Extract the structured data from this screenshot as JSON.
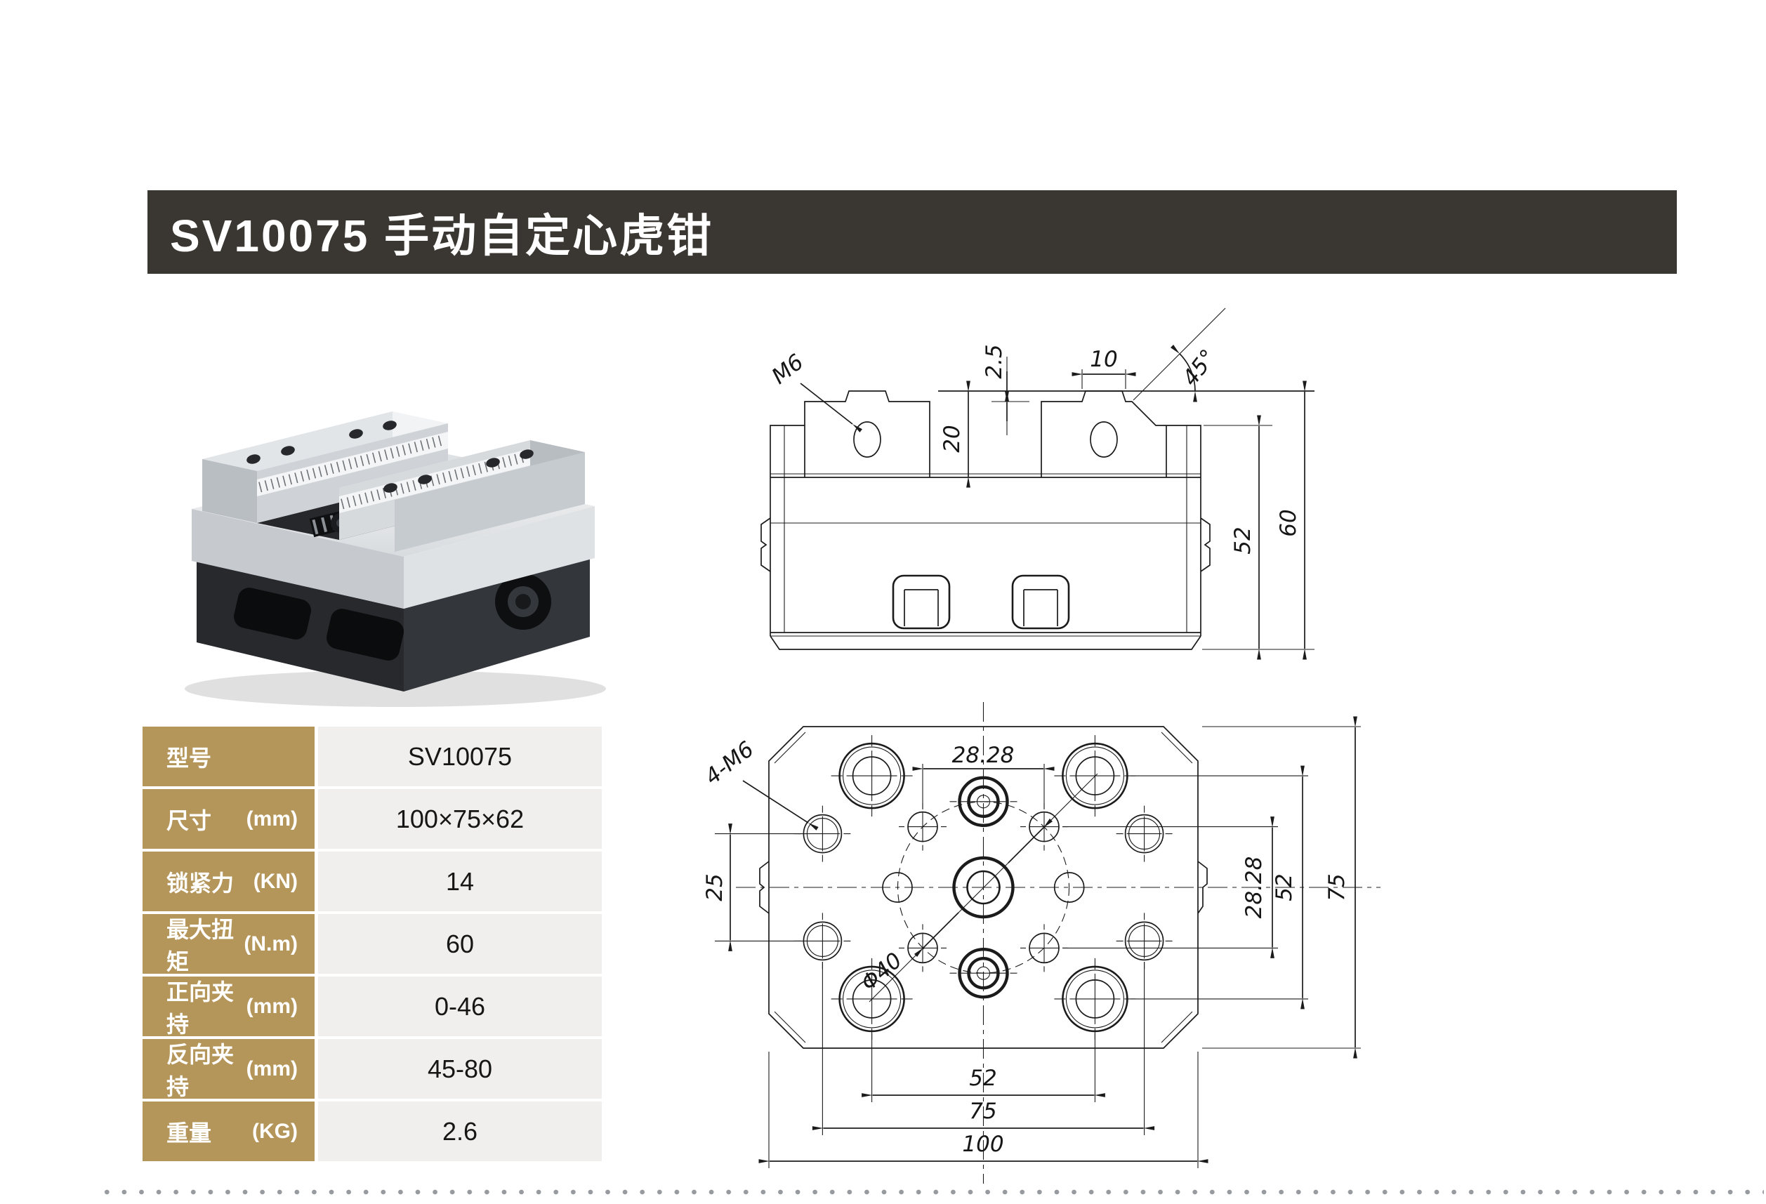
{
  "header": {
    "title": "SV10075 手动自定心虎钳",
    "bg_color": "#3a3631"
  },
  "colors": {
    "accent_gold": "#b5965a",
    "value_cell_bg": "#f0efed",
    "drawing_line": "#1b1b1b",
    "dot_separator": "#979b9f"
  },
  "product_photo": {
    "description": "isometric render of self-centering vise: silver jaws with engraved rulers on black base"
  },
  "spec_table": {
    "rows": [
      {
        "label": "型号",
        "unit": "",
        "value": "SV10075"
      },
      {
        "label": "尺寸",
        "unit": "(mm)",
        "value": "100×75×62"
      },
      {
        "label": "锁紧力",
        "unit": "(KN)",
        "value": "14"
      },
      {
        "label": "最大扭矩",
        "unit": "(N.m)",
        "value": "60"
      },
      {
        "label": "正向夹持",
        "unit": "(mm)",
        "value": "0-46"
      },
      {
        "label": "反向夹持",
        "unit": "(mm)",
        "value": "45-80"
      },
      {
        "label": "重量",
        "unit": "(KG)",
        "value": "2.6"
      }
    ]
  },
  "front_view": {
    "dims": {
      "thread_label": "M6",
      "tab_height": "2.5",
      "slot_width": "10",
      "chamfer_angle": "45°",
      "jaw_height": "20",
      "body_height": "52",
      "overall_height": "60"
    }
  },
  "top_view": {
    "dims": {
      "holes_label": "4-M6",
      "top_spacing": "28.28",
      "left_spacing": "25",
      "bolt_circle_dia": "Φ40",
      "right_spacing_inner": "28.28",
      "right_spacing_mid": "52",
      "right_spacing_outer": "75",
      "bottom_spacing_inner": "52",
      "bottom_spacing_mid": "75",
      "bottom_spacing_outer": "100"
    }
  }
}
